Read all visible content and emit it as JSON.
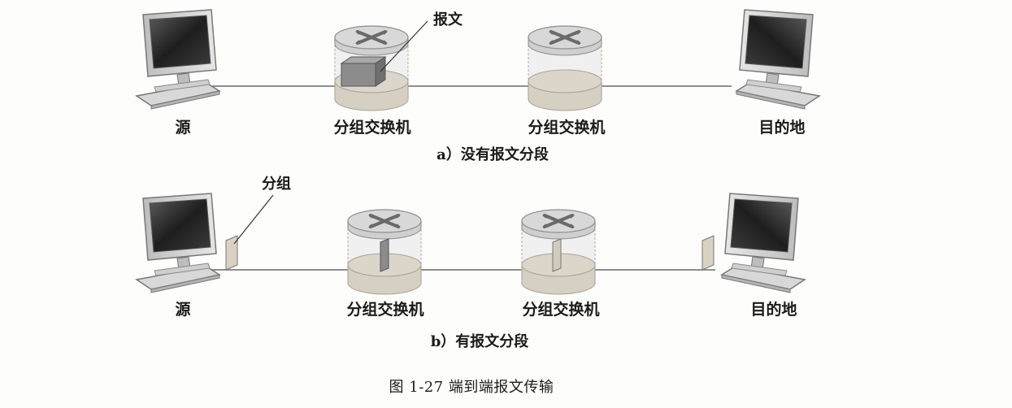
{
  "diagram_a": {
    "source_label": "源",
    "switch1_label": "分组交换机",
    "switch2_label": "分组交换机",
    "dest_label": "目的地",
    "message_annotation": "报文",
    "caption": "a）没有报文分段"
  },
  "diagram_b": {
    "source_label": "源",
    "switch1_label": "分组交换机",
    "switch2_label": "分组交换机",
    "dest_label": "目的地",
    "packet_annotation": "分组",
    "caption": "b）有报文分段"
  },
  "figure_caption": "图 1-27    端到端报文传输",
  "colors": {
    "link": "#6a6a6a",
    "cylinder_glass": "#ececec",
    "cylinder_base": "#d9d3c6",
    "message_block": "#8f8f8f",
    "monitor_screen": "#2b2b2b"
  }
}
